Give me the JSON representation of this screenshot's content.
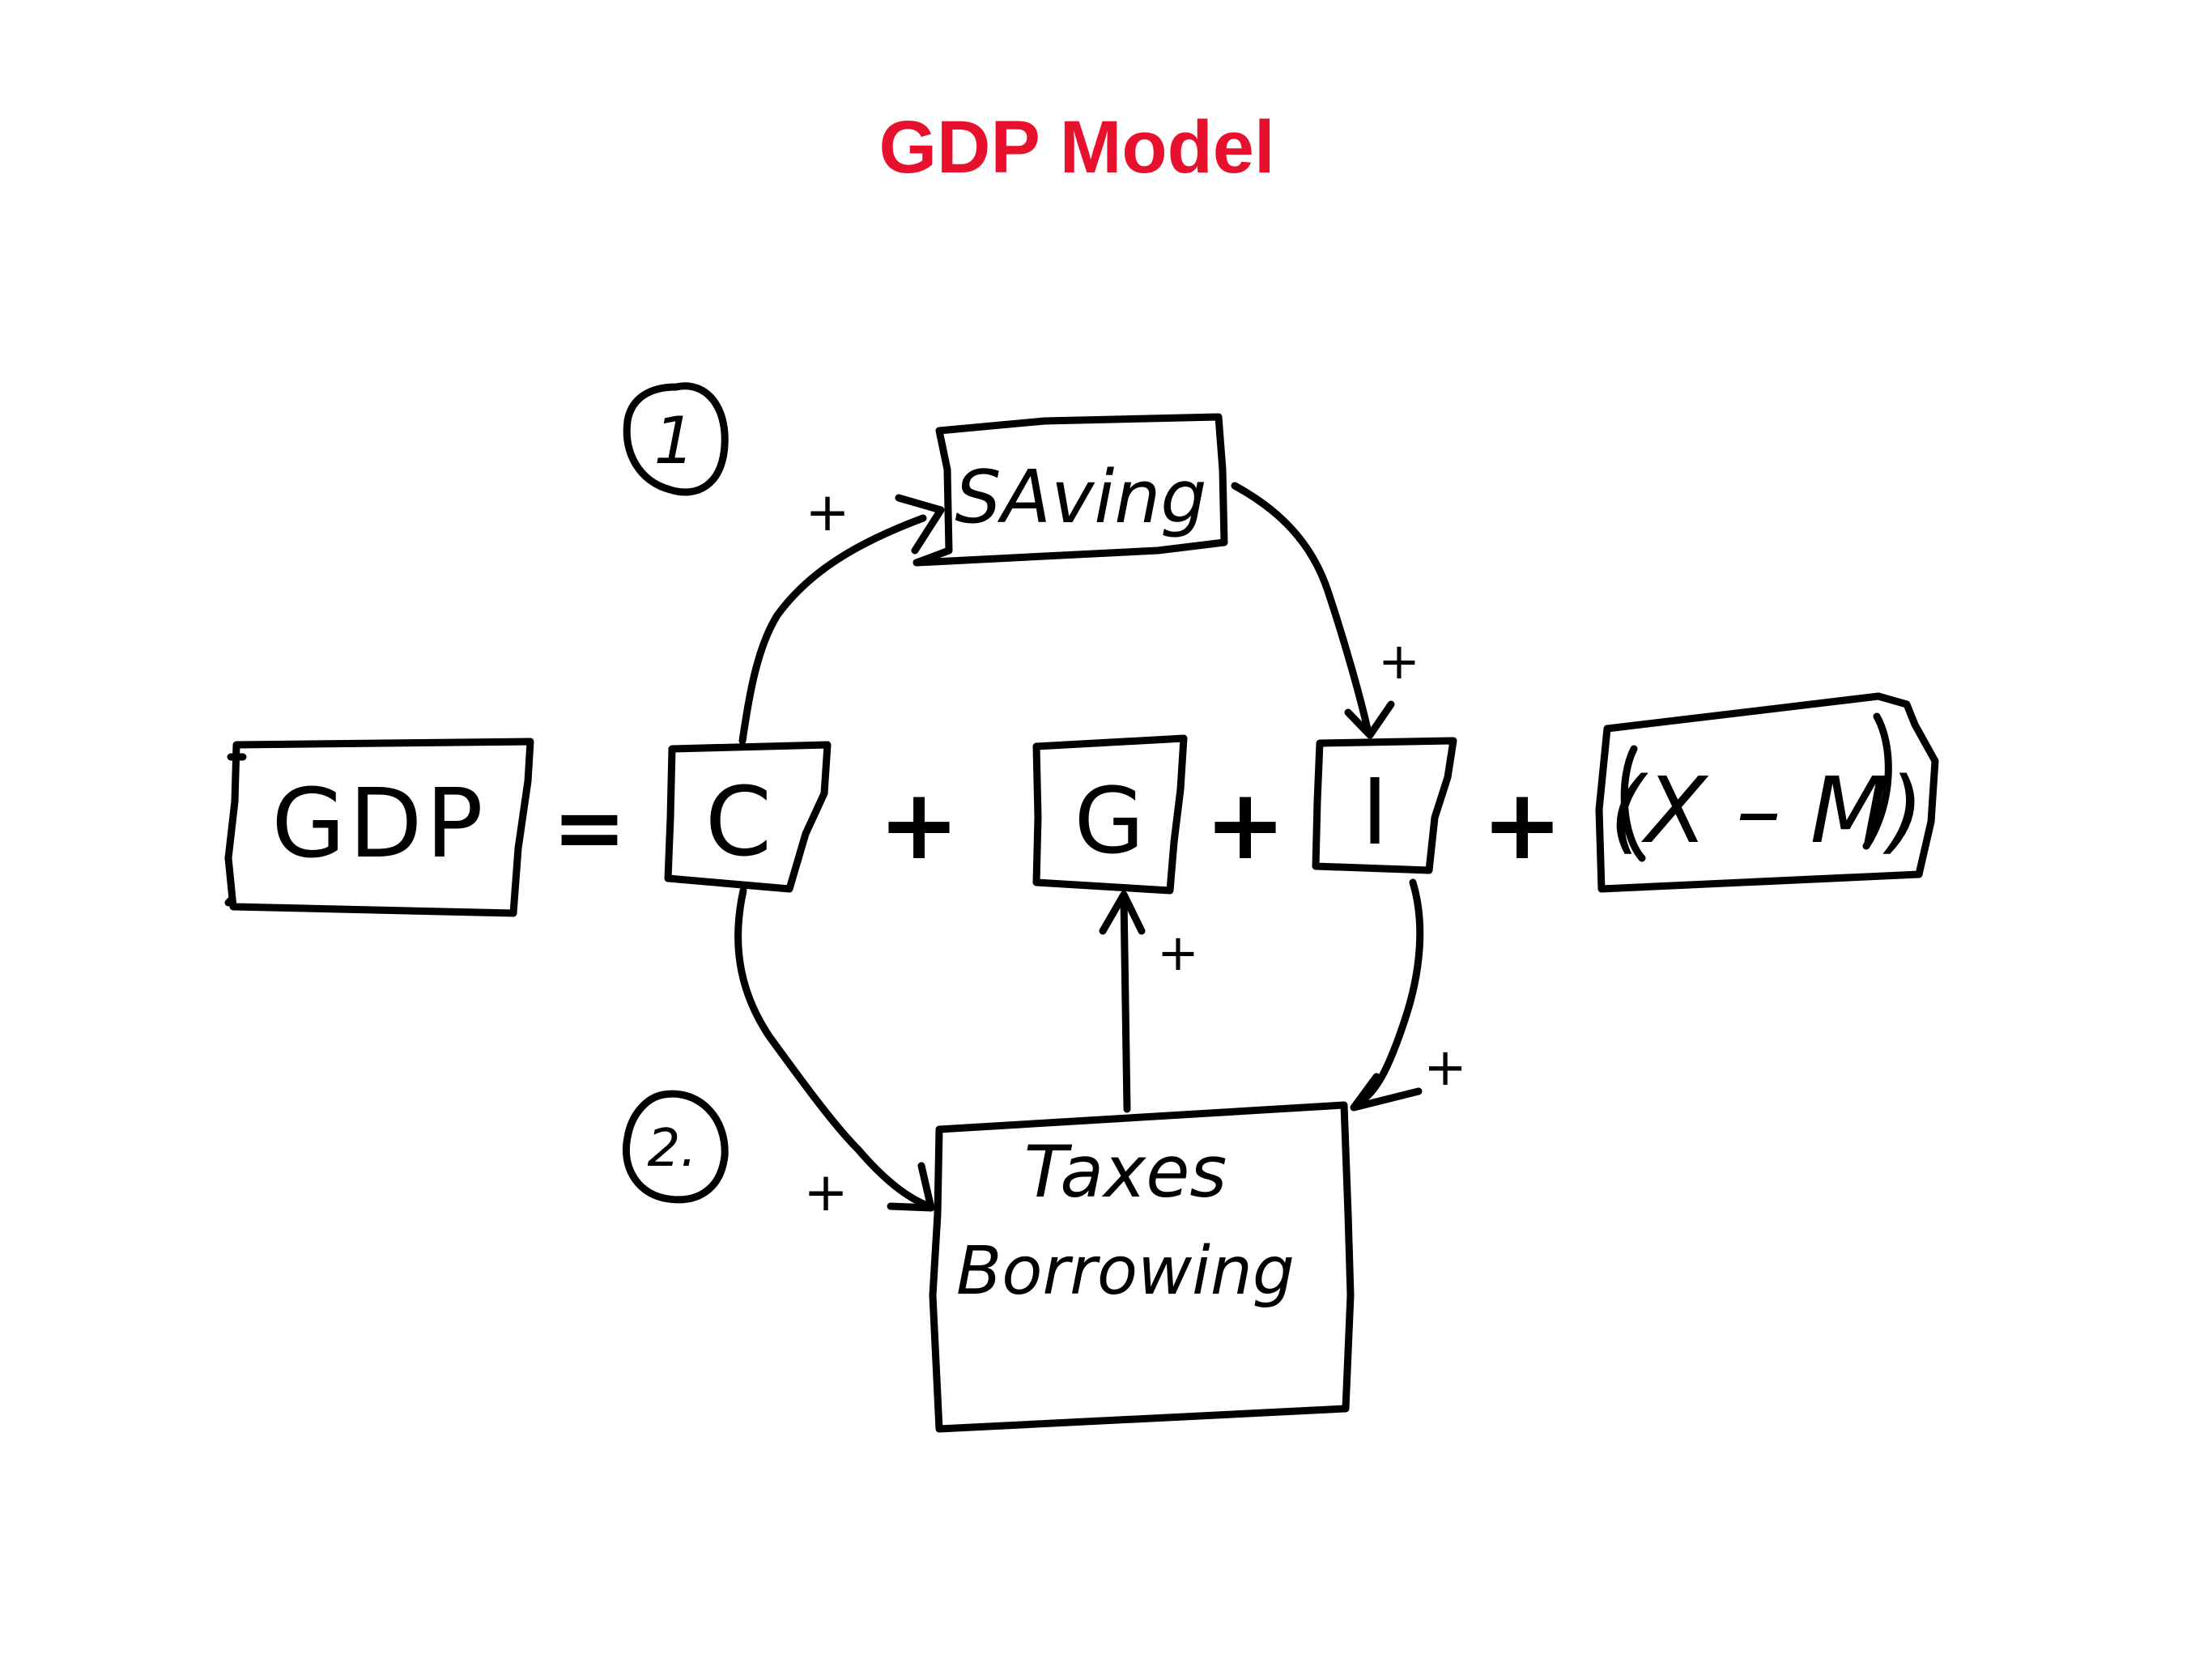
{
  "title": "GDP Model",
  "nodes": {
    "gdp": "GDP",
    "equals": "=",
    "c": "C",
    "plus1": "+",
    "g": "G",
    "plus2": "+",
    "i": "I",
    "plus3": "+",
    "xm": "(X – M)",
    "saving": "SAving",
    "taxes": "Taxes",
    "borrowing": "Borrowing"
  },
  "markers": {
    "one": "1",
    "two": "2."
  },
  "signs": {
    "c_to_saving": "+",
    "saving_to_i": "+",
    "taxes_to_g": "+",
    "i_to_taxes": "+",
    "c_to_taxes": "+"
  }
}
